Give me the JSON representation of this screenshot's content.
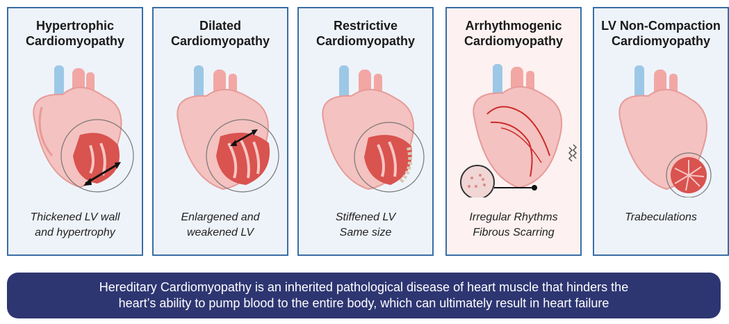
{
  "panels": [
    {
      "title": "Hypertrophic\nCardiomyopathy",
      "caption": "Thickened LV wall\nand hypertrophy"
    },
    {
      "title": "Dilated\nCardiomyopathy",
      "caption": "Enlargened and\nweakened LV"
    },
    {
      "title": "Restrictive\nCardiomyopathy",
      "caption": "Stiffened LV\nSame size"
    },
    {
      "title": "Arrhythmogenic\nCardiomyopathy",
      "caption": "Irregular Rhythms\nFibrous Scarring"
    },
    {
      "title": "LV Non-Compaction\nCardiomyopathy",
      "caption": "Trabeculations"
    }
  ],
  "banner": {
    "text": "Hereditary Cardiomyopathy is an inherited pathological disease of heart muscle that hinders the\nheart’s ability to pump blood to the entire body, which can ultimately result in heart failure"
  },
  "colors": {
    "panel_border": "#3a6ea5",
    "panel_bg": "#eef3fa",
    "banner_bg": "#2e3672",
    "heart_pink": "#f2b8b5",
    "heart_red": "#d9534f",
    "vessel_blue": "#9cc8e6"
  }
}
